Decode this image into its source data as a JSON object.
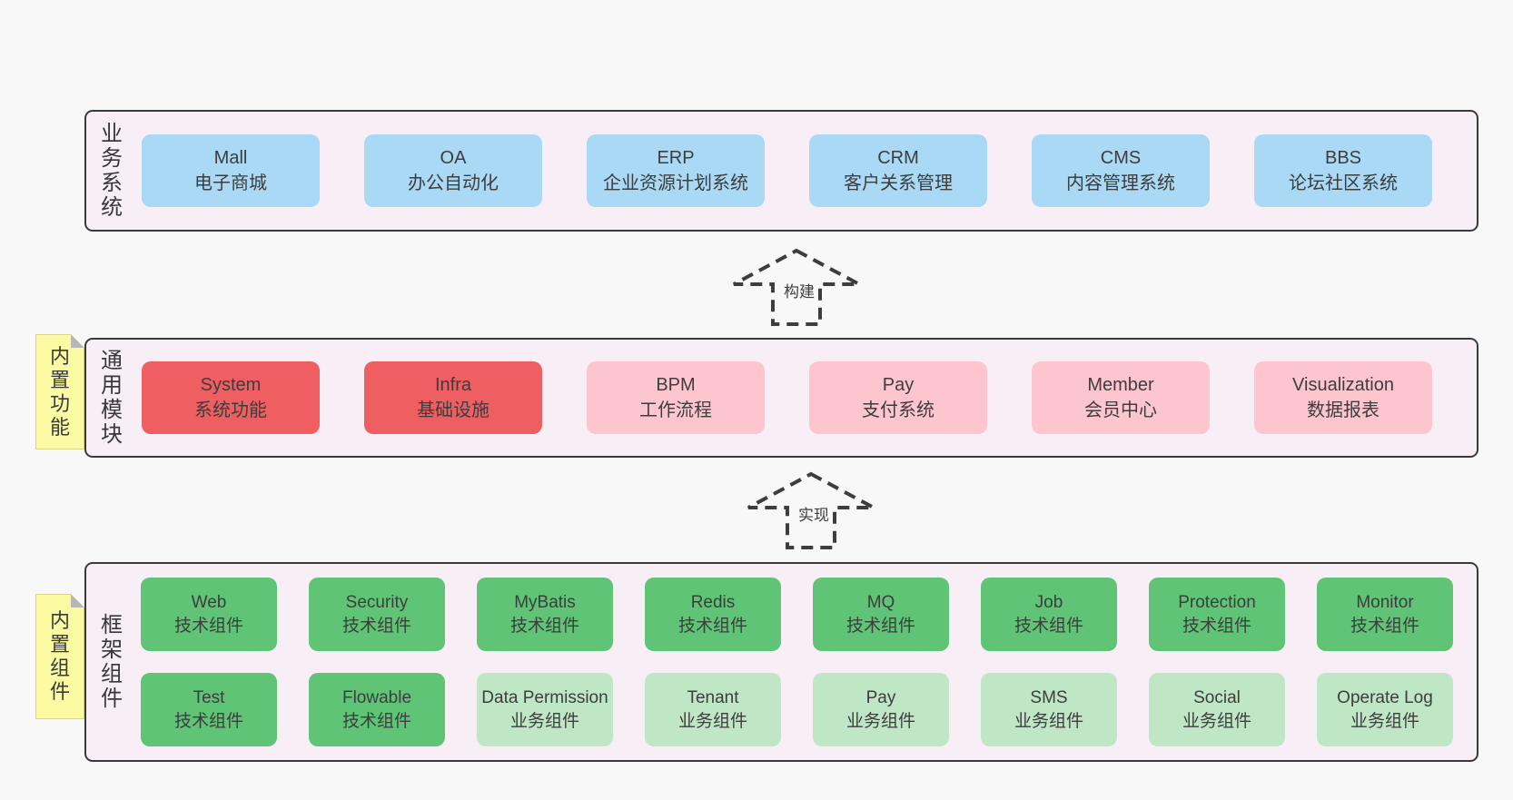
{
  "diagram": {
    "colors": {
      "page_bg": "#f8f8f8",
      "band_bg": "#f8eef6",
      "band_border": "#3a3a3a",
      "blue": "#a9d9f4",
      "red": "#ef5e60",
      "pink": "#fdc6cf",
      "green": "#5fc475",
      "lightgreen": "#bfe7c6",
      "sticky_yellow": "#fbf9a1",
      "sticky_fold": "#b7b7b7",
      "text": "#3d3d3d"
    },
    "arrows": [
      {
        "label": "构建"
      },
      {
        "label": "实现"
      }
    ],
    "bands": [
      {
        "id": "business-systems",
        "label": "业务系统",
        "sticky": null,
        "rows": [
          [
            {
              "title": "Mall",
              "subtitle": "电子商城",
              "color": "blue"
            },
            {
              "title": "OA",
              "subtitle": "办公自动化",
              "color": "blue"
            },
            {
              "title": "ERP",
              "subtitle": "企业资源计划系统",
              "color": "blue"
            },
            {
              "title": "CRM",
              "subtitle": "客户关系管理",
              "color": "blue"
            },
            {
              "title": "CMS",
              "subtitle": "内容管理系统",
              "color": "blue"
            },
            {
              "title": "BBS",
              "subtitle": "论坛社区系统",
              "color": "blue"
            }
          ]
        ]
      },
      {
        "id": "common-modules",
        "label": "通用模块",
        "sticky": "内置功能",
        "rows": [
          [
            {
              "title": "System",
              "subtitle": "系统功能",
              "color": "red"
            },
            {
              "title": "Infra",
              "subtitle": "基础设施",
              "color": "red"
            },
            {
              "title": "BPM",
              "subtitle": "工作流程",
              "color": "pink"
            },
            {
              "title": "Pay",
              "subtitle": "支付系统",
              "color": "pink"
            },
            {
              "title": "Member",
              "subtitle": "会员中心",
              "color": "pink"
            },
            {
              "title": "Visualization",
              "subtitle": "数据报表",
              "color": "pink"
            }
          ]
        ]
      },
      {
        "id": "framework-components",
        "label": "框架组件",
        "sticky": "内置组件",
        "rows": [
          [
            {
              "title": "Web",
              "subtitle": "技术组件",
              "color": "green"
            },
            {
              "title": "Security",
              "subtitle": "技术组件",
              "color": "green"
            },
            {
              "title": "MyBatis",
              "subtitle": "技术组件",
              "color": "green"
            },
            {
              "title": "Redis",
              "subtitle": "技术组件",
              "color": "green"
            },
            {
              "title": "MQ",
              "subtitle": "技术组件",
              "color": "green"
            },
            {
              "title": "Job",
              "subtitle": "技术组件",
              "color": "green"
            },
            {
              "title": "Protection",
              "subtitle": "技术组件",
              "color": "green"
            },
            {
              "title": "Monitor",
              "subtitle": "技术组件",
              "color": "green"
            }
          ],
          [
            {
              "title": "Test",
              "subtitle": "技术组件",
              "color": "green"
            },
            {
              "title": "Flowable",
              "subtitle": "技术组件",
              "color": "green"
            },
            {
              "title": "Data Permission",
              "subtitle": "业务组件",
              "color": "lightgreen"
            },
            {
              "title": "Tenant",
              "subtitle": "业务组件",
              "color": "lightgreen"
            },
            {
              "title": "Pay",
              "subtitle": "业务组件",
              "color": "lightgreen"
            },
            {
              "title": "SMS",
              "subtitle": "业务组件",
              "color": "lightgreen"
            },
            {
              "title": "Social",
              "subtitle": "业务组件",
              "color": "lightgreen"
            },
            {
              "title": "Operate Log",
              "subtitle": "业务组件",
              "color": "lightgreen"
            }
          ]
        ]
      }
    ]
  }
}
